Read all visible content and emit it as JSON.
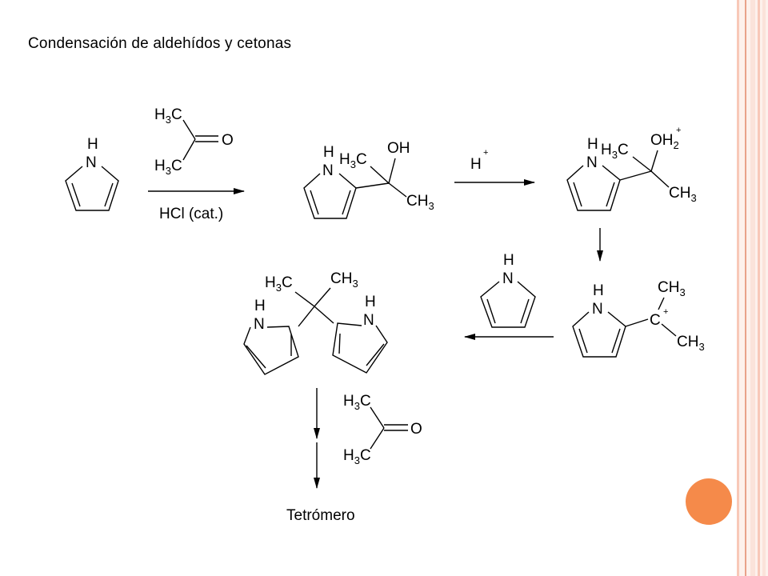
{
  "slide": {
    "title": "Condensación de aldehídos y cetonas",
    "border_colors": {
      "outer": "#f8c8b8",
      "inner": "#e9a28a",
      "band": "#fbe3da"
    },
    "accent_circle_color": "#f58a4a"
  },
  "scheme": {
    "pyrrole": {
      "n": "N",
      "h": "H"
    },
    "acetone_top": {
      "h3c_a": "H3C",
      "h3c_b": "H3C",
      "o": "O"
    },
    "catalyst": "HCl (cat.)",
    "carbinol": {
      "h3c": "H3C",
      "oh": "OH",
      "ch3": "CH3"
    },
    "proton": {
      "h": "H",
      "charge": "+"
    },
    "oxonium": {
      "h3c": "H3C",
      "oh2": "OH2",
      "charge": "+",
      "ch3": "CH3"
    },
    "cation": {
      "ch3_top": "CH3",
      "c": "C",
      "charge": "+",
      "ch3_bottom": "CH3"
    },
    "dimer": {
      "h3c": "H3C",
      "ch3": "CH3"
    },
    "acetone_bottom": {
      "h3c_a": "H3C",
      "h3c_b": "H3C",
      "o": "O"
    },
    "product": "Tetrómero"
  }
}
